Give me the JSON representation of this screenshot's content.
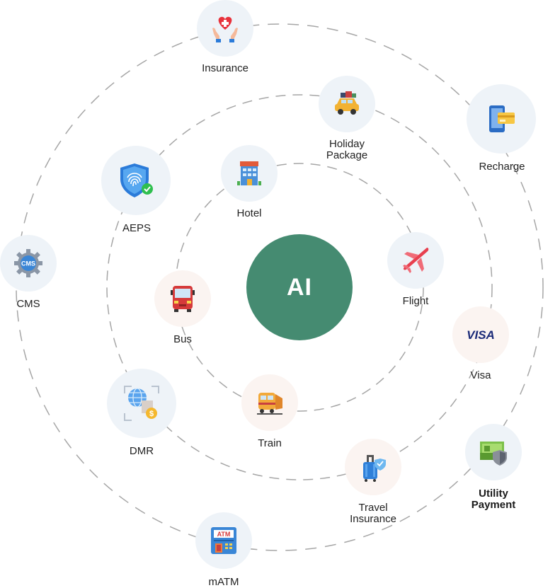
{
  "hub": {
    "label": "AI",
    "color": "#458b71"
  },
  "nodes": {
    "insurance": {
      "label": "Insurance",
      "icon": "heart-hands-icon"
    },
    "recharge": {
      "label": "Recharge",
      "icon": "phone-card-icon"
    },
    "holiday_package": {
      "label": "Holiday\nPackage",
      "icon": "car-luggage-icon"
    },
    "hotel": {
      "label": "Hotel",
      "icon": "hotel-building-icon"
    },
    "aeps": {
      "label": "AEPS",
      "icon": "fingerprint-shield-icon"
    },
    "cms": {
      "label": "CMS",
      "icon": "cms-gear-icon"
    },
    "flight": {
      "label": "Flight",
      "icon": "airplane-icon"
    },
    "bus": {
      "label": "Bus",
      "icon": "bus-icon"
    },
    "visa": {
      "label": "Visa",
      "icon": "visa-logo-icon",
      "logo_text": "VISA"
    },
    "train": {
      "label": "Train",
      "icon": "train-icon"
    },
    "dmr": {
      "label": "DMR",
      "icon": "globe-money-icon"
    },
    "travel_insurance": {
      "label": "Travel\nInsurance",
      "icon": "suitcase-shield-icon"
    },
    "utility_payment": {
      "label": "Utility\nPayment",
      "icon": "cash-shield-icon"
    },
    "matm": {
      "label": "mATM",
      "icon": "atm-machine-icon",
      "sign_text": "ATM"
    }
  },
  "colors": {
    "orbit_stroke": "#a6a6a6",
    "node_bg_cool": "#eef3f8",
    "node_bg_warm": "#fbf4f1"
  }
}
